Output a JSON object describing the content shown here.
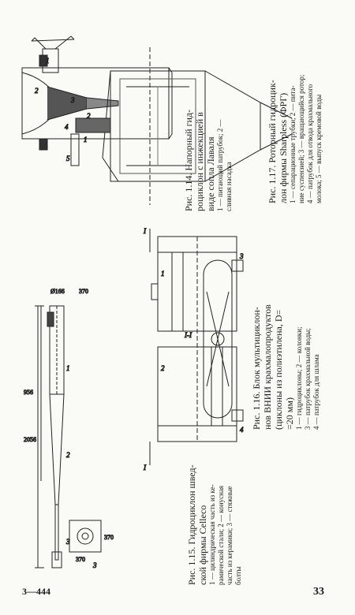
{
  "page": {
    "footer_left": "3—444",
    "page_number": "33"
  },
  "figures": [
    {
      "id": "fig-1-14",
      "title": "Рис. 1.14. Напорный гид-роциклон с инжекцией в виде сопла Лаваля",
      "title_lines": [
        "Рис. 1.14. Напорный гид-",
        "роциклон с инжекцией в",
        "виде сопла Лаваля"
      ],
      "legend_lines": [
        "1 — питающий патрубок; 2 —",
        "сливная насадка"
      ],
      "part_labels": [
        "1",
        "2"
      ]
    },
    {
      "id": "fig-1-15",
      "title_lines": [
        "Рис. 1.15. Гидроциклон швед-",
        "ской фирмы Celleco"
      ],
      "legend_lines": [
        "1 — цилиндрическая часть из ке-",
        "рамической стали; 2 — конусная",
        "часть из керамики; 3 — стяжные",
        "болты"
      ],
      "part_labels": [
        "1",
        "2",
        "3",
        "3"
      ],
      "dimensions": [
        "Ø166",
        "2056",
        "956",
        "370",
        "370",
        "370"
      ]
    },
    {
      "id": "fig-1-16",
      "title_lines": [
        "Рис. 1.16. Блок мультициклон-",
        "нов ВНИИ крахмалопродуктов",
        "(циклоны из полиэтилена, D=",
        "=20 мм)"
      ],
      "legend_lines": [
        "1 — гидроциклоны; 2 — колонки;",
        "3 — патрубок крахмальной воды;",
        "4 — патрубок для шлама"
      ],
      "part_labels": [
        "1",
        "2",
        "3",
        "4"
      ],
      "section_label": "I-I",
      "section_marks": [
        "I",
        "I"
      ]
    },
    {
      "id": "fig-1-17",
      "title_lines": [
        "Рис. 1.17. Роторный гидроцик-",
        "лон фирмы Sharpless (ФРГ)"
      ],
      "legend_lines": [
        "1 — сепарационные трубки; 2 — пита-",
        "ние суспензией; 3 — вращающийся ротор;",
        "4 — патрубок для отвода крахмального",
        "молока; 5 — выпуск кремовой воды"
      ],
      "part_labels": [
        "1",
        "2",
        "3",
        "4",
        "5"
      ]
    }
  ]
}
